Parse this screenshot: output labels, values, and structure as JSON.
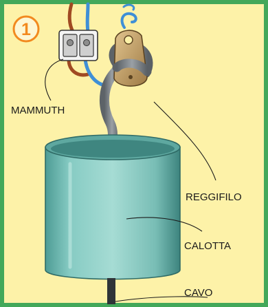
{
  "step": {
    "number": "1"
  },
  "labels": {
    "mammuth": "MAMMUTH",
    "reggifilo": "REGGIFILO",
    "calotta": "CALOTTA",
    "cavo": "CAVO"
  },
  "colors": {
    "background": "#fdf2a8",
    "frame": "#43a85a",
    "badge": "#f28a1f",
    "cup": "#8fd0c8",
    "cup_dark": "#3f8680",
    "cable": "#7d8388",
    "clip": "#c7a36a",
    "wire_blue": "#3f8fd6",
    "wire_brown": "#a04a22"
  }
}
